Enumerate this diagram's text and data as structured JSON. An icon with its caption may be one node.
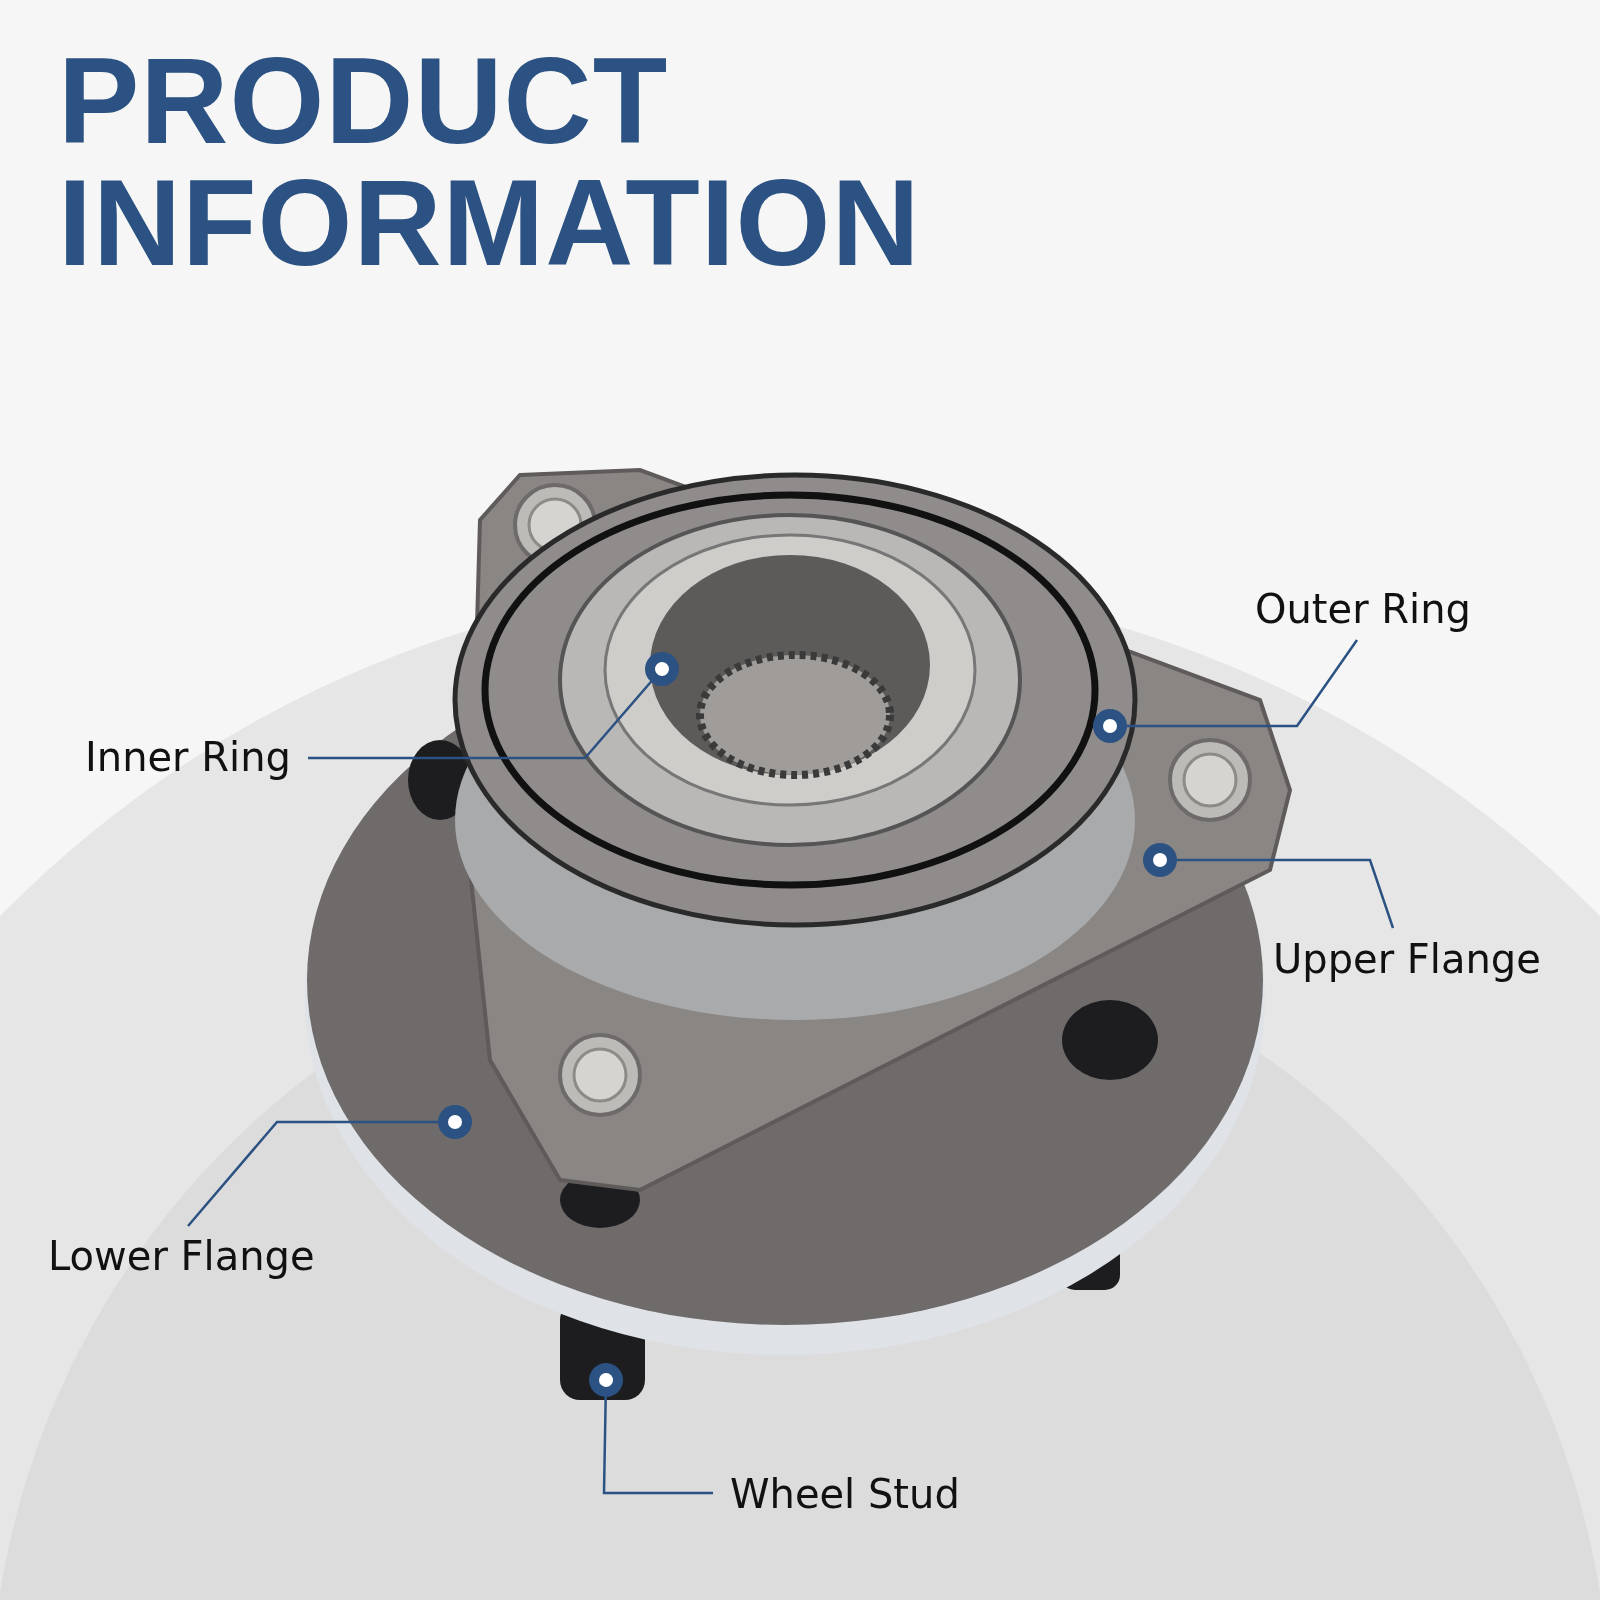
{
  "diagram": {
    "title": "PRODUCT INFORMATION",
    "nodes": [
      {
        "text": [
          "Inner Ring"
        ]
      },
      {
        "text": [
          "Outer Ring"
        ]
      },
      {
        "text": [
          "Upper Flange"
        ]
      },
      {
        "text": [
          "Lower Flange"
        ]
      },
      {
        "text": [
          "Wheel Stud"
        ]
      }
    ],
    "edges": [
      {
        "from": 0,
        "to": null,
        "arrow": "other"
      },
      {
        "from": 1,
        "to": null,
        "arrow": "other"
      },
      {
        "from": 2,
        "to": null,
        "arrow": "other"
      },
      {
        "from": 3,
        "to": null,
        "arrow": "other"
      },
      {
        "from": 4,
        "to": null,
        "arrow": "other"
      }
    ]
  }
}
